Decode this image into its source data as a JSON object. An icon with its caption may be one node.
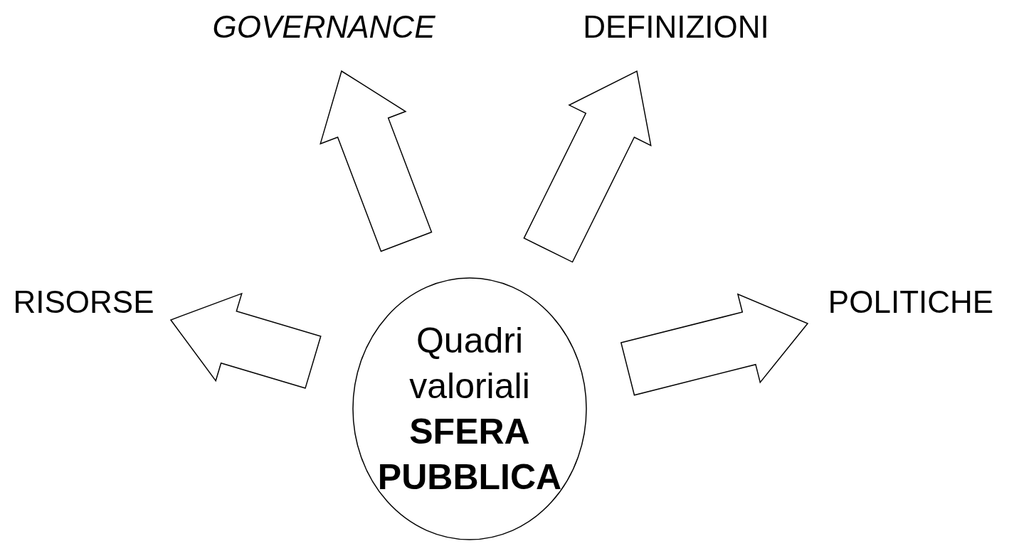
{
  "diagram": {
    "nodes": [
      {
        "text": [
          "GOVERNANCE"
        ]
      },
      {
        "text": [
          "DEFINIZIONI"
        ]
      },
      {
        "text": [
          "RISORSE"
        ]
      },
      {
        "text": [
          "Quadri valoriali",
          "SFERA PUBBLICA"
        ]
      },
      {
        "text": [
          "POLITICHE"
        ]
      }
    ],
    "edges": [
      {
        "from": 3,
        "to": 0,
        "arrow": "to"
      },
      {
        "from": 3,
        "to": 1,
        "arrow": "to"
      },
      {
        "from": 3,
        "to": 2,
        "arrow": "to"
      },
      {
        "from": 3,
        "to": 4,
        "arrow": "to"
      }
    ]
  }
}
